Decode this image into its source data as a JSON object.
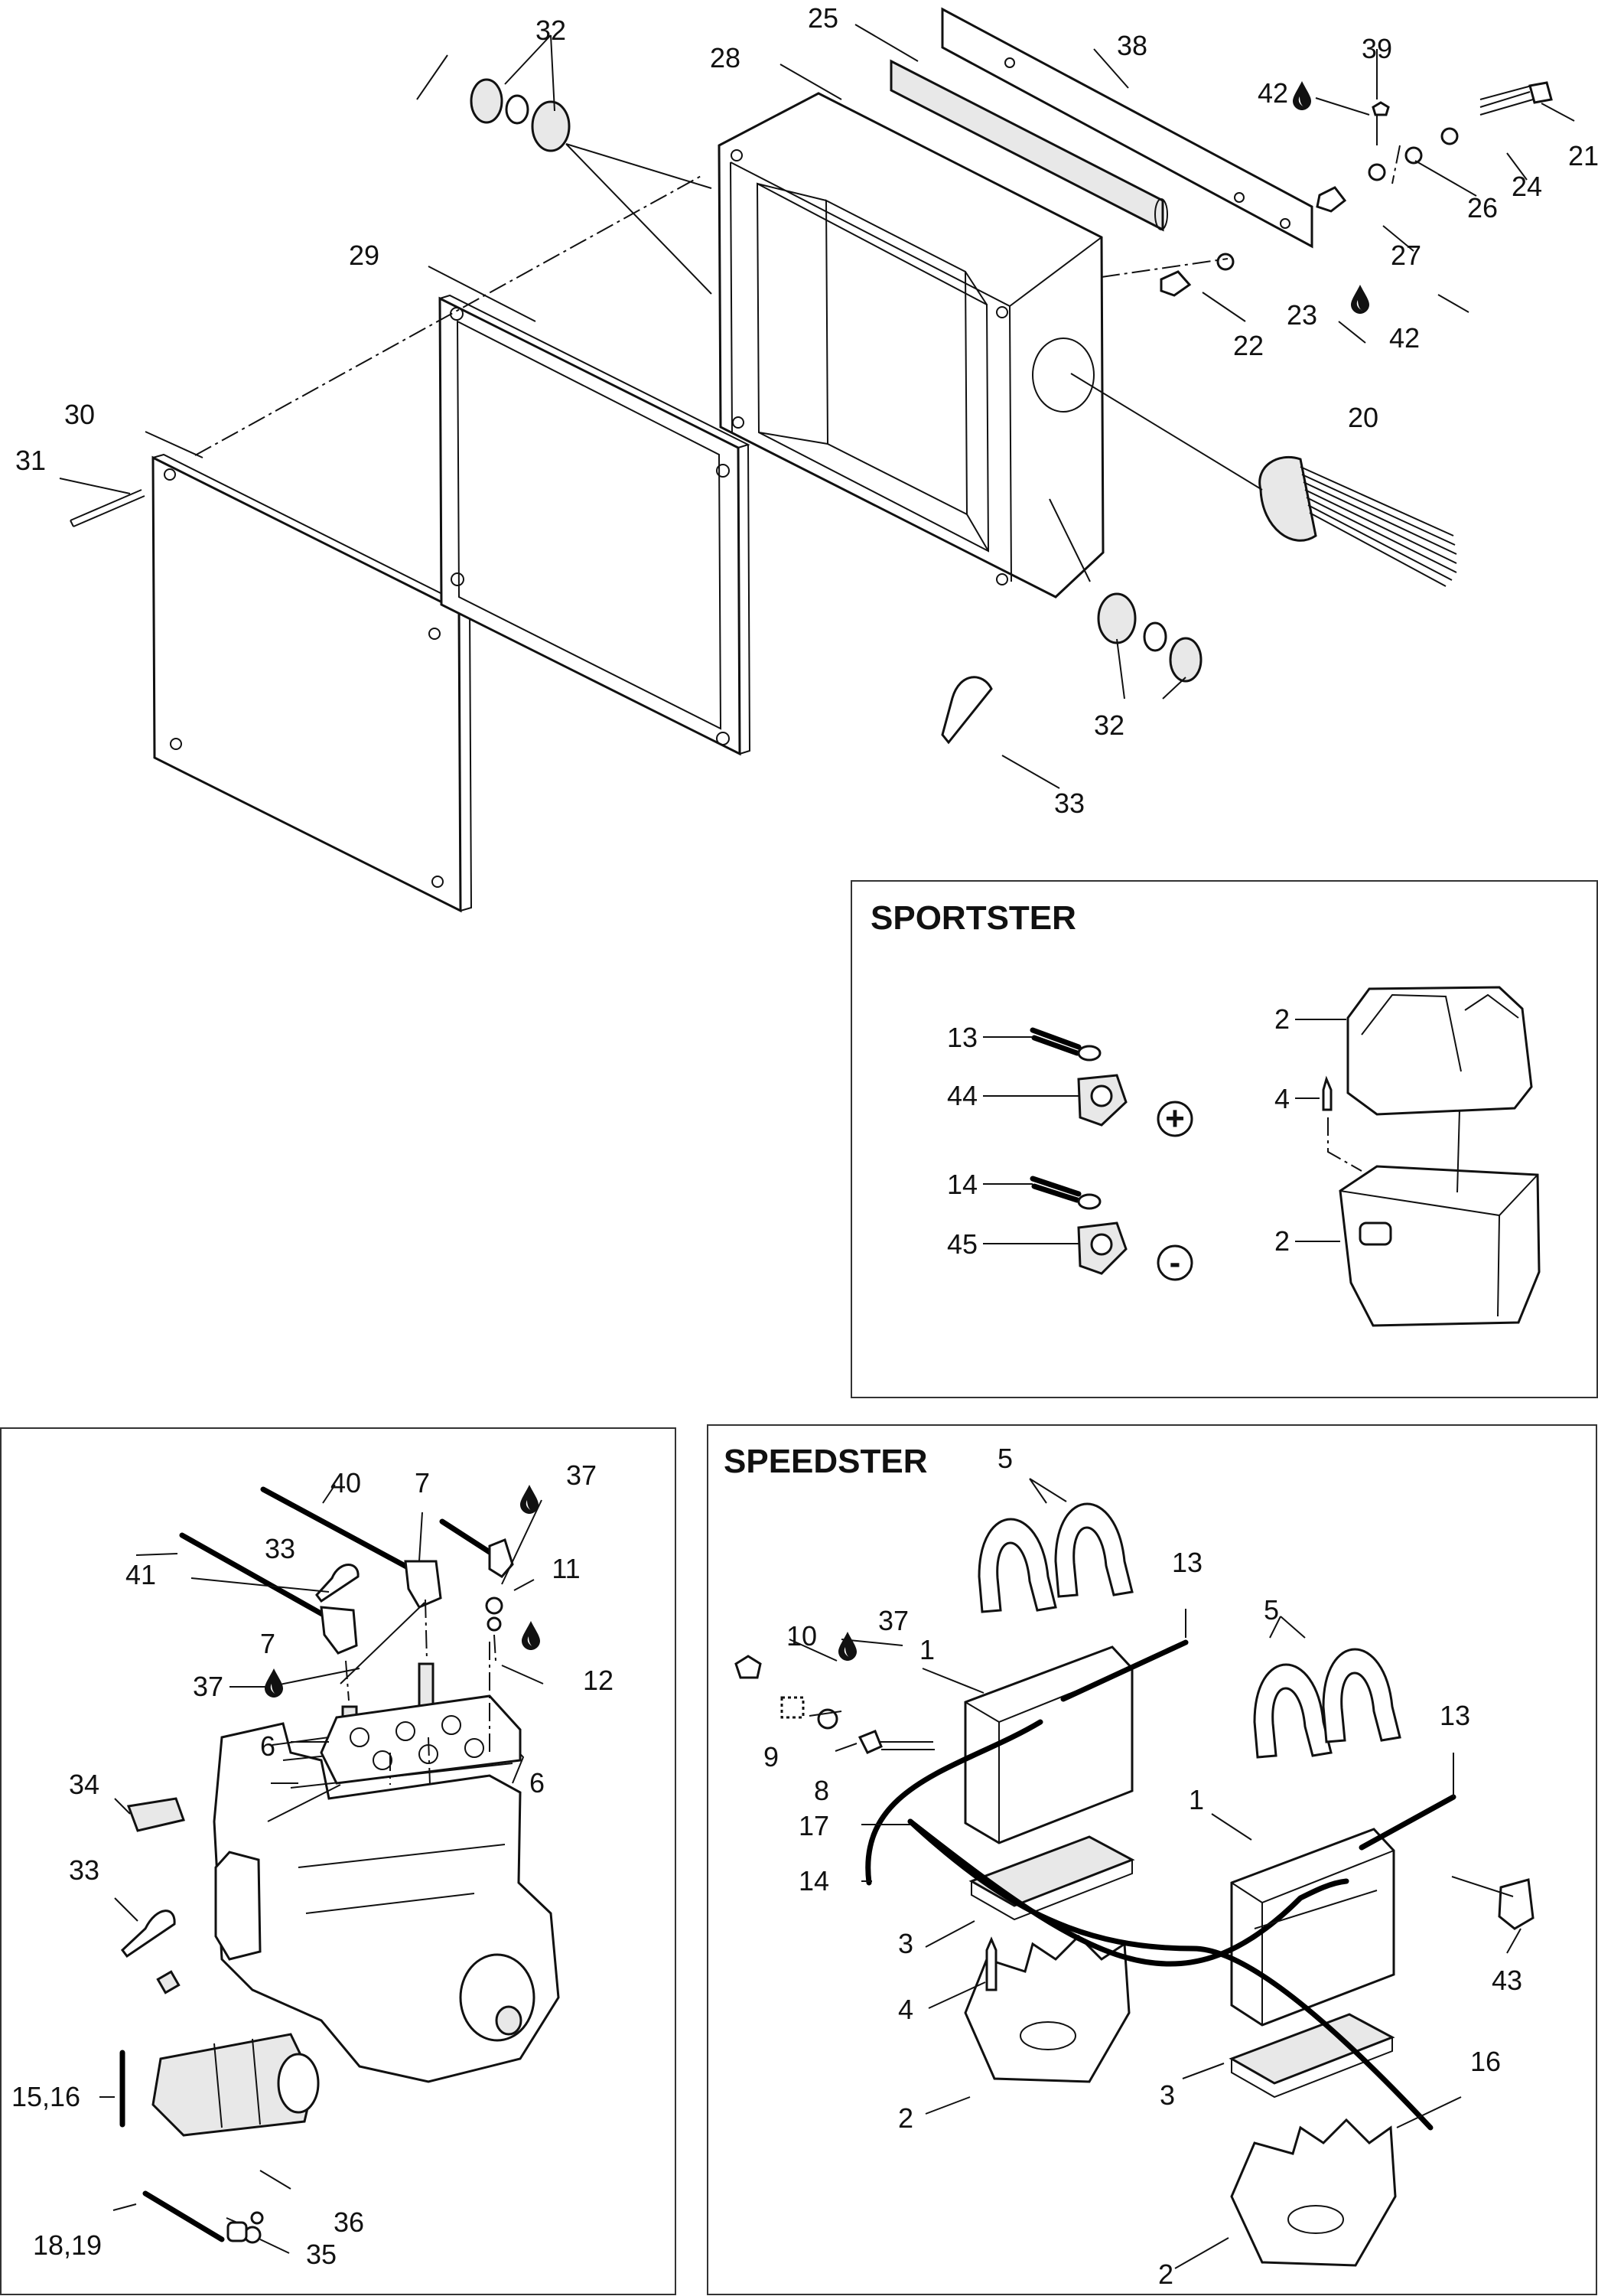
{
  "section_titles": {
    "sportster": "SPORTSTER",
    "speedster": "SPEEDSTER"
  },
  "symbols": {
    "plus": "+",
    "minus": "-"
  },
  "callouts": {
    "c32a": "32",
    "c25": "25",
    "c38": "38",
    "c39": "39",
    "c28": "28",
    "c42a": "42",
    "c21": "21",
    "c24": "24",
    "c26": "26",
    "c27": "27",
    "c23": "23",
    "c22": "22",
    "c42b": "42",
    "c29": "29",
    "c20": "20",
    "c30": "30",
    "c31": "31",
    "c32b": "32",
    "c33a": "33",
    "s13": "13",
    "s44": "44",
    "s14": "14",
    "s45": "45",
    "s2a": "2",
    "s4": "4",
    "s2b": "2",
    "e40": "40",
    "e7a": "7",
    "e37a": "37",
    "e33": "33",
    "e11": "11",
    "e41": "41",
    "e7b": "7",
    "e12": "12",
    "e37b": "37",
    "e6a": "6",
    "e6b": "6",
    "e34": "34",
    "e33b": "33",
    "e1516": "15,16",
    "e36": "36",
    "e35": "35",
    "e1819": "18,19",
    "p5a": "5",
    "p13a": "13",
    "p10": "10",
    "p37": "37",
    "p1a": "1",
    "p5b": "5",
    "p13b": "13",
    "p9": "9",
    "p8": "8",
    "p1b": "1",
    "p17": "17",
    "p14": "14",
    "p3a": "3",
    "p43": "43",
    "p4": "4",
    "p2a": "2",
    "p3b": "3",
    "p16": "16",
    "p2b": "2"
  }
}
